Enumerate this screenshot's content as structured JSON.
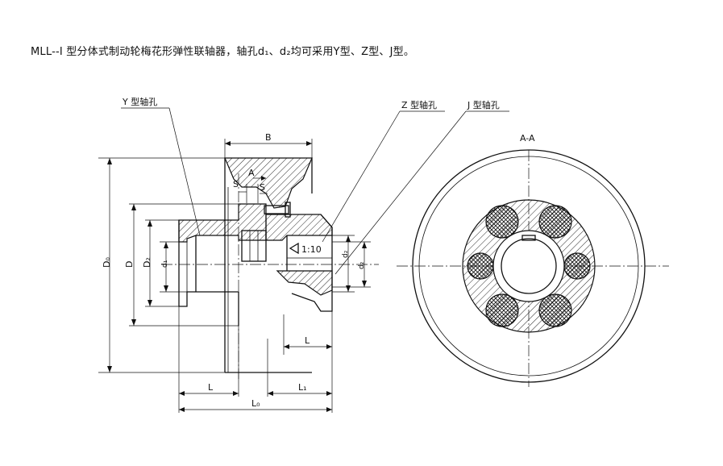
{
  "title": "MLL--I 型分体式制动轮梅花形弹性联轴器，轴孔d₁、d₂均可采用Y型、Z型、J型。",
  "labels": {
    "y_bore": "Y 型轴孔",
    "z_bore": "Z 型轴孔",
    "j_bore": "J 型轴孔",
    "section": "A-A",
    "taper": "1:10",
    "B": "B",
    "A": "A",
    "S_left": "S",
    "S_right": "S",
    "D0": "D₀",
    "D": "D",
    "D2": "D₂",
    "d1": "d₁",
    "d2": "d₂",
    "dz": "d₂",
    "L_left": "L",
    "L_right": "L",
    "L1": "L₁",
    "L0": "L₀"
  }
}
